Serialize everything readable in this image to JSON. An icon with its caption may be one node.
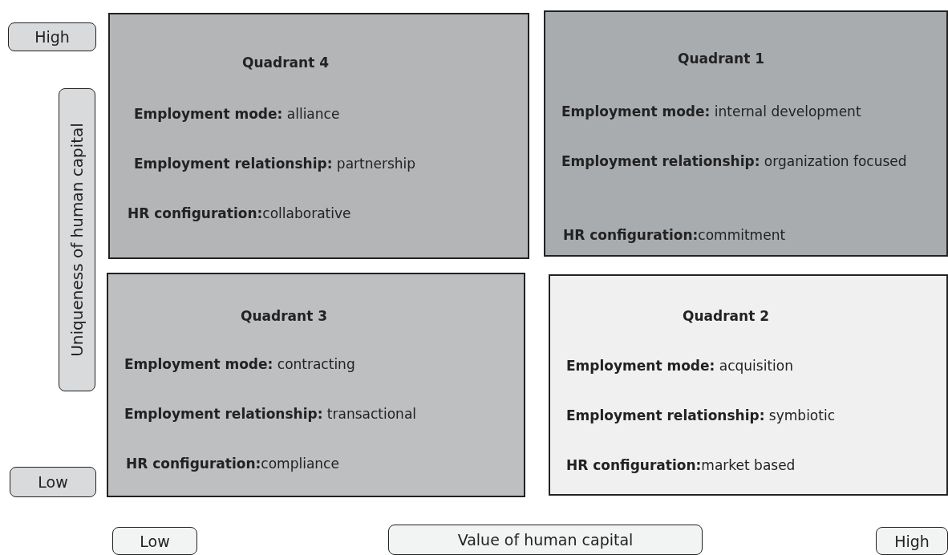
{
  "diagram": {
    "nodes": [
      {
        "text": [
          "High"
        ]
      },
      {
        "text": [
          "Quadrant 4",
          "**Employment mode:**  alliance",
          "**Employment relationship:** partnership",
          "**HR configuration:**collaborative"
        ]
      },
      {
        "text": [
          "Quadrant 1",
          "**Employment mode:**  internal development",
          "**Employment relationship:** organization focused",
          "**HR configuration:**commitment"
        ]
      },
      {
        "text": [
          "Uniqueness of human capital"
        ]
      },
      {
        "text": [
          "Quadrant 3",
          "**Employment mode:**  contracting",
          "**Employment relationship:** transactional",
          "**HR configuration:**compliance"
        ]
      },
      {
        "text": [
          "Quadrant 2",
          "**Employment mode:**  acquisition",
          "**Employment relationship:** symbiotic",
          "**HR configuration:**market based"
        ]
      },
      {
        "text": [
          "Low"
        ]
      },
      {
        "text": [
          "Low"
        ]
      },
      {
        "text": [
          "Value of human capital"
        ]
      },
      {
        "text": [
          "High"
        ]
      }
    ]
  }
}
